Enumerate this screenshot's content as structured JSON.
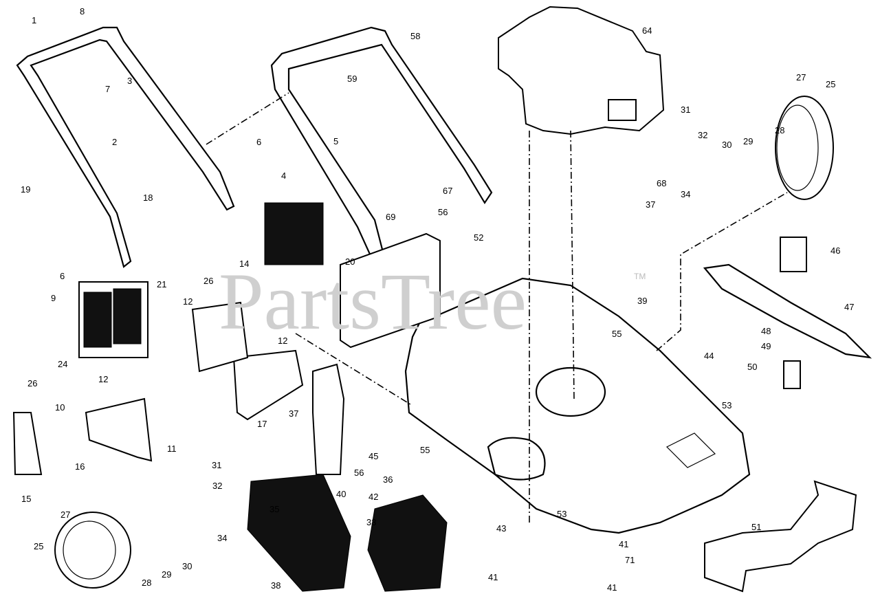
{
  "watermark": {
    "text": "PartsTree",
    "trademark": "TM"
  },
  "callouts": [
    "1",
    "8",
    "7",
    "3",
    "2",
    "19",
    "18",
    "6",
    "6",
    "4",
    "5",
    "58",
    "59",
    "64",
    "27",
    "25",
    "31",
    "32",
    "30",
    "29",
    "28",
    "68",
    "34",
    "37",
    "46",
    "47",
    "48",
    "49",
    "50",
    "44",
    "39",
    "55",
    "52",
    "56",
    "69",
    "67",
    "20",
    "26",
    "21",
    "9",
    "24",
    "26",
    "14",
    "12",
    "12",
    "12",
    "10",
    "17",
    "11",
    "16",
    "15",
    "37",
    "31",
    "32",
    "40",
    "56",
    "55",
    "45",
    "36",
    "42",
    "35",
    "34",
    "27",
    "25",
    "28",
    "29",
    "30",
    "33",
    "38",
    "43",
    "53",
    "41",
    "71",
    "41",
    "41",
    "51",
    "53"
  ]
}
